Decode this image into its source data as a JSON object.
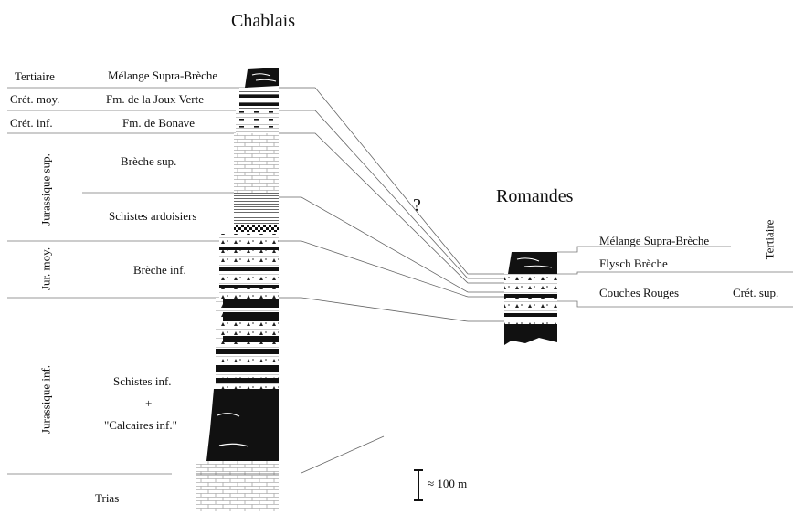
{
  "titles": {
    "chablais": "Chablais",
    "romandes": "Romandes",
    "question": "?"
  },
  "chablais": {
    "ages": {
      "tertiaire": "Tertiaire",
      "cret_moy": "Crét. moy.",
      "cret_inf": "Crét. inf.",
      "jurassique_sup": "Jurassique sup.",
      "jur_moy": "Jur. moy.",
      "jurassique_inf": "Jurassique inf."
    },
    "units": {
      "melange": "Mélange Supra-Brèche",
      "joux_verte": "Fm. de la Joux Verte",
      "bonave": "Fm. de Bonave",
      "breche_sup": "Brèche sup.",
      "schistes_ardoisiers": "Schistes ardoisiers",
      "breche_inf": "Brèche inf.",
      "schistes_inf": "Schistes inf.",
      "plus": "+",
      "calcaires_inf": "\"Calcaires inf.\"",
      "trias": "Trias"
    }
  },
  "romandes": {
    "units": {
      "melange": "Mélange Supra-Brèche",
      "flysch": "Flysch Brèche",
      "couches_rouges": "Couches Rouges"
    },
    "ages": {
      "tertiaire": "Tertiaire",
      "cret_sup": "Crét. sup."
    }
  },
  "scale": {
    "label": "≈ 100 m"
  }
}
